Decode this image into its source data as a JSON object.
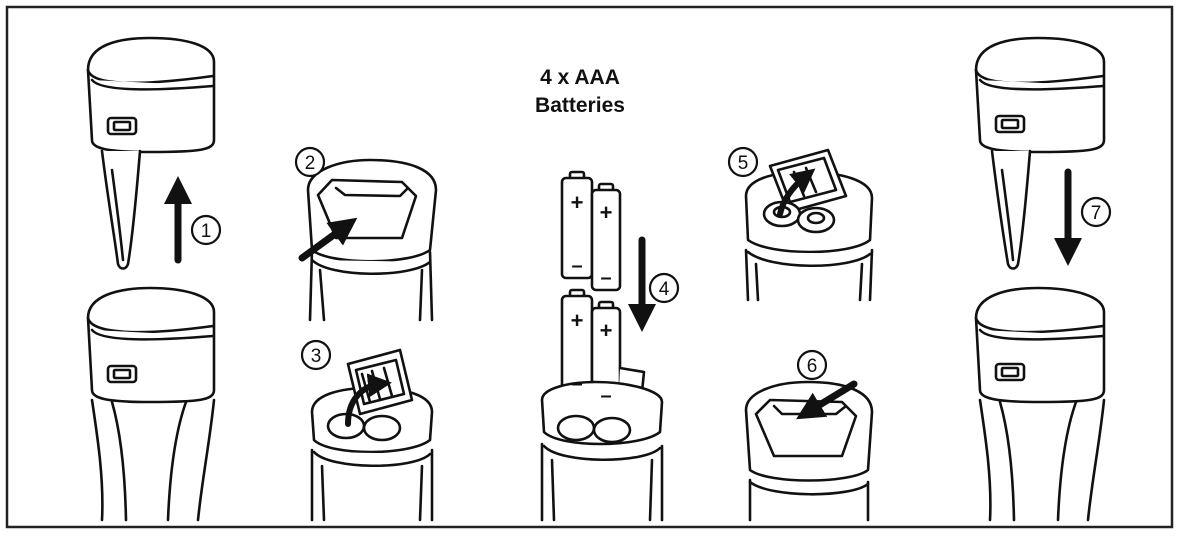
{
  "heading": {
    "line1": "4 x AAA",
    "line2": "Batteries"
  },
  "steps": [
    "1",
    "2",
    "3",
    "4",
    "5",
    "6",
    "7"
  ],
  "battery": {
    "plus": "+",
    "minus": "–"
  },
  "colors": {
    "ink": "#111111",
    "paper": "#ffffff",
    "border": "#222222"
  }
}
